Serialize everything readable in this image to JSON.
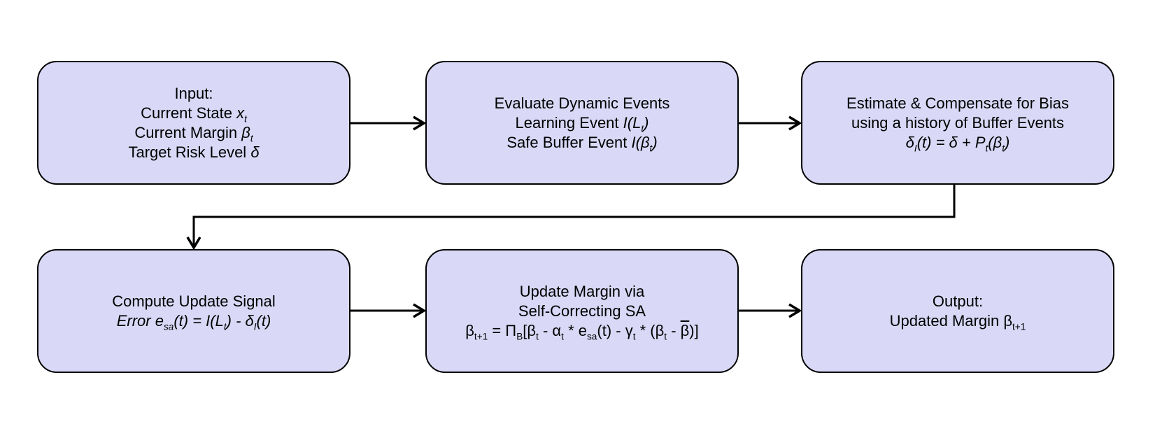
{
  "diagram": {
    "title": "",
    "colors": {
      "background": "#ffffff",
      "node_fill": "#d9d9f7",
      "node_border": "#000000",
      "arrow": "#000000",
      "text": "#000000"
    },
    "boxes": [
      {
        "id": "input",
        "lines": [
          [
            {
              "t": "Input:"
            }
          ],
          [
            {
              "t": "Current State "
            },
            {
              "t": "x",
              "i": true
            },
            {
              "t": "t",
              "i": true,
              "sub": true
            }
          ],
          [
            {
              "t": "Current Margin "
            },
            {
              "t": "β",
              "i": true
            },
            {
              "t": "t",
              "i": true,
              "sub": true
            }
          ],
          [
            {
              "t": "Target Risk Level "
            },
            {
              "t": "δ",
              "i": true
            }
          ]
        ]
      },
      {
        "id": "evaluate-dynamic-events",
        "lines": [
          [
            {
              "t": "Evaluate Dynamic Events"
            }
          ],
          [
            {
              "t": "Learning Event "
            },
            {
              "t": "I(L",
              "i": true
            },
            {
              "t": "t",
              "i": true,
              "sub": true
            },
            {
              "t": ")",
              "i": true
            }
          ],
          [
            {
              "t": "Safe Buffer Event "
            },
            {
              "t": "I(β",
              "i": true
            },
            {
              "t": "t",
              "i": true,
              "sub": true
            },
            {
              "t": ")",
              "i": true
            }
          ]
        ]
      },
      {
        "id": "estimate-compensate-bias",
        "lines": [
          [
            {
              "t": "Estimate & Compensate for Bias"
            }
          ],
          [
            {
              "t": "using a history of Buffer Events"
            }
          ],
          [
            {
              "t": "δ",
              "i": true
            },
            {
              "t": "I",
              "i": true,
              "sub": true
            },
            {
              "t": "(t) = δ + P",
              "i": true
            },
            {
              "t": "t",
              "i": true,
              "sub": true
            },
            {
              "t": "(β",
              "i": true
            },
            {
              "t": "t",
              "i": true,
              "sub": true
            },
            {
              "t": ")",
              "i": true
            }
          ]
        ]
      },
      {
        "id": "compute-update-signal",
        "lines": [
          [
            {
              "t": "Compute Update Signal"
            }
          ],
          [
            {
              "t": "Error e",
              "i": true
            },
            {
              "t": "sa",
              "i": true,
              "sub": true
            },
            {
              "t": "(t) = I(L",
              "i": true
            },
            {
              "t": "t",
              "i": true,
              "sub": true
            },
            {
              "t": ") - δ",
              "i": true
            },
            {
              "t": "I",
              "i": true,
              "sub": true
            },
            {
              "t": "(t)",
              "i": true
            }
          ]
        ]
      },
      {
        "id": "update-margin",
        "lines": [
          [
            {
              "t": "Update Margin via"
            }
          ],
          [
            {
              "t": "Self-Correcting SA"
            }
          ],
          [
            {
              "t": "β"
            },
            {
              "t": "t+1",
              "sub": true
            },
            {
              "t": " = Π"
            },
            {
              "t": "B",
              "sub": true
            },
            {
              "t": "[β"
            },
            {
              "t": "t",
              "sub": true
            },
            {
              "t": " - α"
            },
            {
              "t": "t",
              "sub": true
            },
            {
              "t": " * e"
            },
            {
              "t": "sa",
              "sub": true
            },
            {
              "t": "(t) - γ"
            },
            {
              "t": "t",
              "sub": true
            },
            {
              "t": " * (β"
            },
            {
              "t": "t",
              "sub": true
            },
            {
              "t": " - "
            },
            {
              "t": "β",
              "ov": true
            },
            {
              "t": ")]"
            }
          ]
        ]
      },
      {
        "id": "output",
        "lines": [
          [
            {
              "t": "Output:"
            }
          ],
          [
            {
              "t": "Updated Margin β"
            },
            {
              "t": "t+1",
              "sub": true
            }
          ]
        ]
      }
    ],
    "edges": [
      {
        "from": "input",
        "to": "evaluate-dynamic-events",
        "routing": "straight"
      },
      {
        "from": "evaluate-dynamic-events",
        "to": "estimate-compensate-bias",
        "routing": "straight"
      },
      {
        "from": "estimate-compensate-bias",
        "to": "compute-update-signal",
        "routing": "elbow"
      },
      {
        "from": "compute-update-signal",
        "to": "update-margin",
        "routing": "straight"
      },
      {
        "from": "update-margin",
        "to": "output",
        "routing": "straight"
      }
    ]
  }
}
